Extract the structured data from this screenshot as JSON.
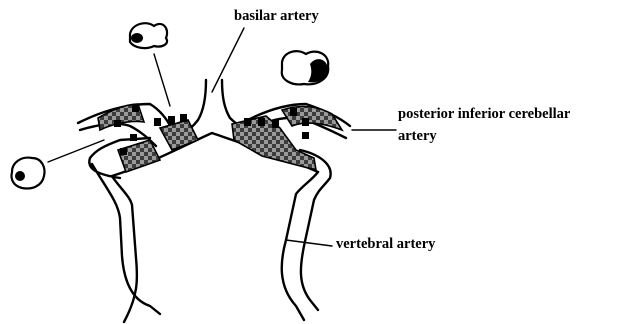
{
  "labels": {
    "basilar": "basilar artery",
    "pica_line1": "posterior inferior cerebellar",
    "pica_line2": "artery",
    "vertebral": "vertebral artery"
  },
  "colors": {
    "ink": "#000000",
    "background": "#ffffff",
    "plaque_light": "#9a9a9a",
    "plaque_dark": "#3c3c3c"
  }
}
